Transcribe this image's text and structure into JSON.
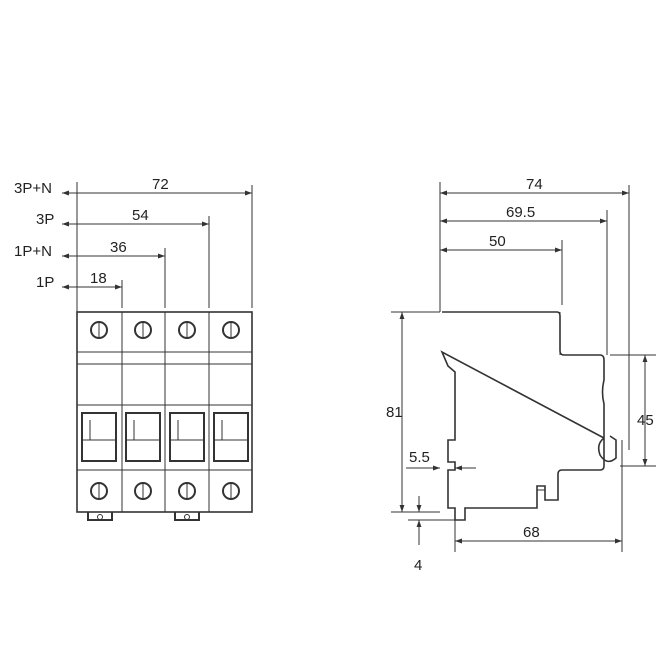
{
  "front_view": {
    "pole_labels": [
      "3P+N",
      "3P",
      "1P+N",
      "1P"
    ],
    "width_values": [
      "72",
      "54",
      "36",
      "18"
    ]
  },
  "side_view": {
    "depth_values": [
      "74",
      "69.5",
      "50"
    ],
    "height_label": "81",
    "right_height_label": "45",
    "rail_offset_label": "5.5",
    "foot_label": "4",
    "base_depth_label": "68"
  }
}
